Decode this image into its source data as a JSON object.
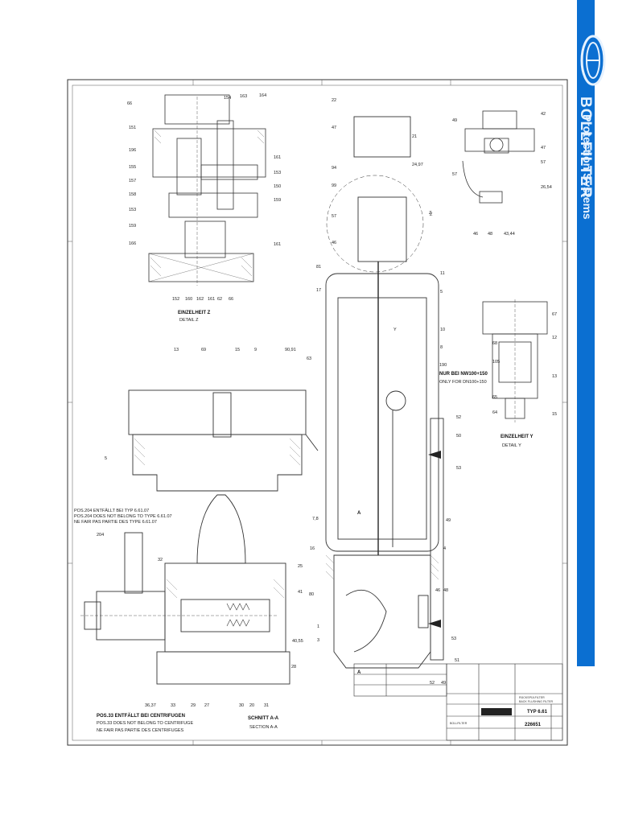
{
  "brand": {
    "name": "BOLLFILTER",
    "tagline": "Protection Systems",
    "logo_icon": "bollfilter-logo-icon",
    "color": "#0b6fd1"
  },
  "views": {
    "detail_z": {
      "title_de": "EINZELHEIT Z",
      "title_en": "DETAIL Z"
    },
    "detail_y": {
      "title_de": "EINZELHEIT Y",
      "title_en": "DETAIL Y"
    },
    "section_aa": {
      "title_de": "SCHNITT A-A",
      "title_en": "SECTION A-A"
    }
  },
  "notes": {
    "pos204": [
      "POS.204 ENTFÄLLT BEI TYP 6.61.07",
      "POS.204 DOES NOT BELONG TO TYPE 6.61.07",
      "NE FAIR PAS PARTIE DES TYPE 6.61.07"
    ],
    "pos33": [
      "POS.33 ENTFÄLLT BEI CENTRIFUGEN",
      "POS.33 DOES NOT BELONG TO CENTRIFUGE",
      "NE FAIR PAS PARTIE DES CENTRIFUGES"
    ],
    "dn": [
      "NUR BEI NW100+150",
      "ONLY FOR DN100+150"
    ]
  },
  "section_marks": [
    "A",
    "A",
    "Y",
    "Z"
  ],
  "part_labels": {
    "detail_z": [
      "66",
      "154",
      "163",
      "164",
      "151",
      "196",
      "155",
      "157",
      "158",
      "153",
      "159",
      "166",
      "161",
      "153",
      "150",
      "159",
      "161",
      "152",
      "160",
      "162",
      "161",
      "62",
      "66"
    ],
    "main_top": [
      "22",
      "47",
      "21",
      "94",
      "24,97",
      "99",
      "57",
      "Z",
      "46",
      "81",
      "17",
      "11",
      "5",
      "10",
      "8",
      "63",
      "190",
      "52",
      "50",
      "53",
      "49",
      "7,8",
      "16",
      "80",
      "4",
      "46",
      "48",
      "1",
      "3",
      "53",
      "51",
      "52",
      "49"
    ],
    "detail_y": [
      "67",
      "68",
      "12",
      "105",
      "13",
      "65",
      "64",
      "15"
    ],
    "top_right": [
      "49",
      "42",
      "47",
      "57",
      "57",
      "26,54",
      "46",
      "48",
      "43,44"
    ],
    "section": [
      "13",
      "69",
      "15",
      "9",
      "90,91",
      "5",
      "204",
      "32",
      "25",
      "41",
      "40,55",
      "28",
      "36,37",
      "33",
      "29",
      "27",
      "30",
      "20",
      "31"
    ]
  },
  "title_block": {
    "type": "TYP 6.61",
    "drawing_no": "226651",
    "description": [
      "RÜCKSPÜLFILTER",
      "BACK FLUSHING FILTER"
    ],
    "company": "BOLLFILTER"
  }
}
